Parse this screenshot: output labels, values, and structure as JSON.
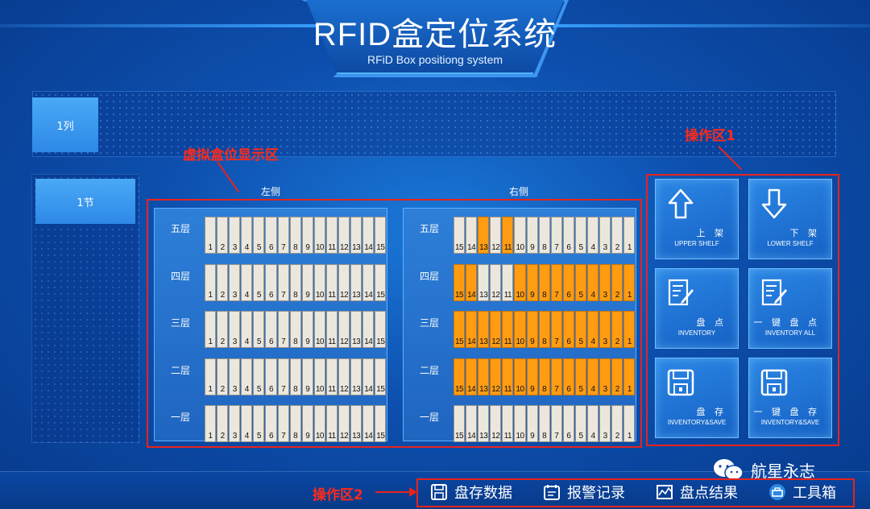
{
  "header": {
    "title": "RFID盒定位系统",
    "subtitle": "RFiD Box positiong system"
  },
  "column": {
    "label": "1列"
  },
  "section": {
    "label": "1节"
  },
  "annotations": {
    "virtual_area": "虚拟盒位显示区",
    "op_area_1": "操作区1",
    "op_area_2": "操作区2"
  },
  "left_side": {
    "label": "左侧",
    "rows": [
      {
        "label": "五层",
        "occupied": []
      },
      {
        "label": "四层",
        "occupied": []
      },
      {
        "label": "三层",
        "occupied": []
      },
      {
        "label": "二层",
        "occupied": []
      },
      {
        "label": "一层",
        "occupied": []
      }
    ],
    "slot_numbers": [
      1,
      2,
      3,
      4,
      5,
      6,
      7,
      8,
      9,
      10,
      11,
      12,
      13,
      14,
      15
    ]
  },
  "right_side": {
    "label": "右侧",
    "rows": [
      {
        "label": "五层",
        "occupied": [
          13,
          11
        ]
      },
      {
        "label": "四层",
        "occupied": [
          15,
          14,
          10,
          9,
          8,
          7,
          6,
          5,
          4,
          3,
          2,
          1
        ]
      },
      {
        "label": "三层",
        "occupied": [
          15,
          14,
          13,
          12,
          11,
          10,
          9,
          8,
          7,
          6,
          5,
          4,
          3,
          2,
          1
        ]
      },
      {
        "label": "二层",
        "occupied": [
          15,
          14,
          13,
          12,
          11,
          10,
          9,
          8,
          7,
          6,
          5,
          4,
          3,
          2,
          1
        ]
      },
      {
        "label": "一层",
        "occupied": []
      }
    ],
    "slot_numbers": [
      15,
      14,
      13,
      12,
      11,
      10,
      9,
      8,
      7,
      6,
      5,
      4,
      3,
      2,
      1
    ]
  },
  "operations": [
    {
      "cn": "上 架",
      "en": "UPPER SHELF",
      "icon": "arrow-up-icon"
    },
    {
      "cn": "下 架",
      "en": "LOWER SHELF",
      "icon": "arrow-down-icon"
    },
    {
      "cn": "盘 点",
      "en": "INVENTORY",
      "icon": "inventory-icon"
    },
    {
      "cn": "一 键 盘 点",
      "en": "INVENTORY ALL",
      "icon": "inventory-all-icon"
    },
    {
      "cn": "盘 存",
      "en": "INVENTORY&SAVE",
      "icon": "save-icon"
    },
    {
      "cn": "一 键 盘 存",
      "en": "INVENTORY&SAVE",
      "icon": "save-all-icon"
    }
  ],
  "footer": [
    {
      "label": "盘存数据",
      "icon": "floppy-icon"
    },
    {
      "label": "报警记录",
      "icon": "alarm-record-icon"
    },
    {
      "label": "盘点结果",
      "icon": "chart-icon"
    },
    {
      "label": "工具箱",
      "icon": "toolbox-icon"
    }
  ],
  "watermark": "航星永志",
  "colors": {
    "occupied": "#ff9c12",
    "empty": "#ece7dd",
    "annotation": "#e8231c",
    "button": "#2e88e6"
  }
}
